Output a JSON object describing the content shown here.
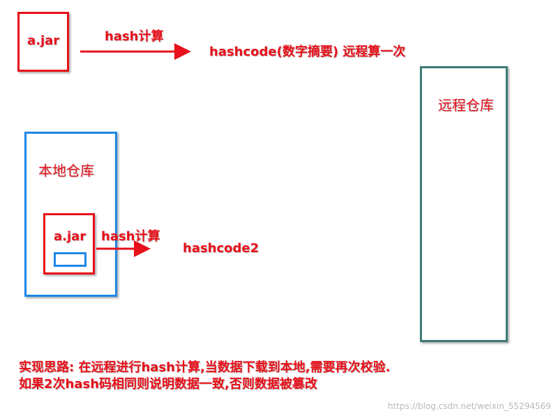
{
  "colors": {
    "red": "#e8101a",
    "blue": "#1e88e5",
    "teal": "#3d7a7a"
  },
  "top": {
    "jar_label": "a.jar",
    "arrow_label": "hash计算",
    "result_label": "hashcode(数字摘要) 远程算一次"
  },
  "remote_repo": {
    "label": "远程仓库"
  },
  "local_repo": {
    "label": "本地仓库",
    "jar_label": "a.jar",
    "arrow_label": "hash计算",
    "result_label": "hashcode2"
  },
  "notes": {
    "line1": "实现思路:  在远程进行hash计算,当数据下载到本地,需要再次校验.",
    "line2": "如果2次hash码相同则说明数据一致,否则数据被篡改"
  },
  "watermark": "https://blog.csdn.net/weixin_55294569"
}
